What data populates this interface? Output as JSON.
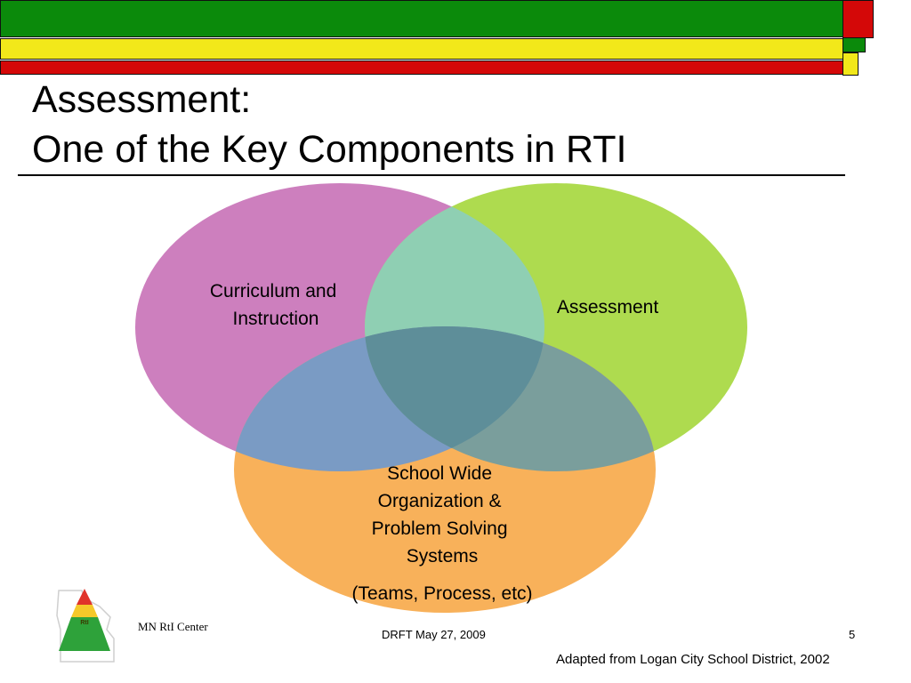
{
  "title": {
    "line1": "Assessment:",
    "line2": "One of the Key Components in RTI"
  },
  "venn": {
    "circles": [
      {
        "lines": [
          "Curriculum and",
          "Instruction"
        ],
        "color": "#cd7fbe"
      },
      {
        "lines": [
          "Assessment"
        ],
        "color": "#aedb4f"
      },
      {
        "lines": [
          "School Wide",
          "Organization &",
          "Problem Solving",
          "Systems"
        ],
        "subtitle": "(Teams, Process, etc)",
        "color": "#f8b15a"
      }
    ],
    "overlap_colors": {
      "curriculum_assessment": "#8fcfb3",
      "curriculum_school": "#7a9bc4",
      "assessment_school": "#7a9e9c",
      "center": "#5e8e99"
    }
  },
  "header_colors": {
    "green": "#0b8a0b",
    "yellow": "#f2e81a",
    "red": "#d40808"
  },
  "logo": {
    "text": "RtI"
  },
  "footer": {
    "org": "MN RtI Center",
    "draft": "DRFT May 27, 2009",
    "page": "5",
    "credit": "Adapted from Logan City School District, 2002"
  }
}
